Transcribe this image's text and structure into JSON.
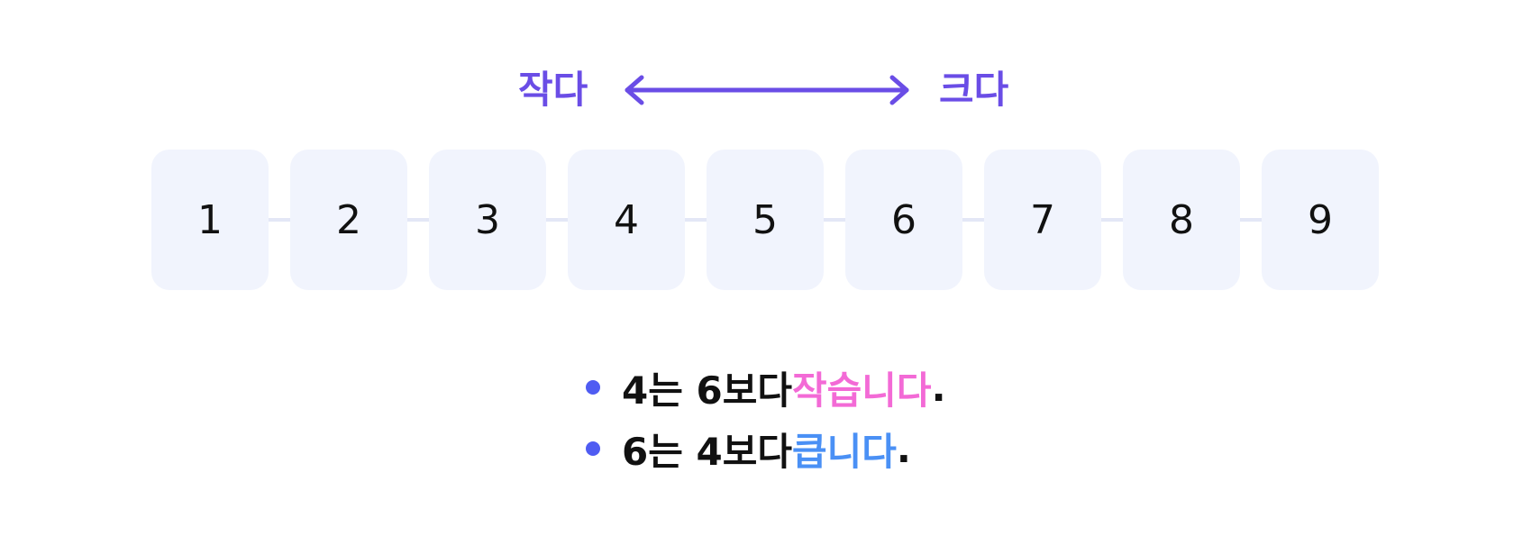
{
  "legend": {
    "small_label": "작다",
    "large_label": "크다",
    "arrow_color": "#6a4de6"
  },
  "number_line": {
    "values": [
      1,
      2,
      3,
      4,
      5,
      6,
      7,
      8,
      9
    ]
  },
  "statements": [
    {
      "prefix": "4는 6보다 ",
      "keyword": "작습니다",
      "suffix": ".",
      "keyword_color": "#f36ad6"
    },
    {
      "prefix": "6는 4보다 ",
      "keyword": "큽니다",
      "suffix": ".",
      "keyword_color": "#4a90f5"
    }
  ],
  "colors": {
    "accent": "#6a4de6",
    "cell_background": "#f1f4fd",
    "bullet": "#4f5cf2"
  }
}
